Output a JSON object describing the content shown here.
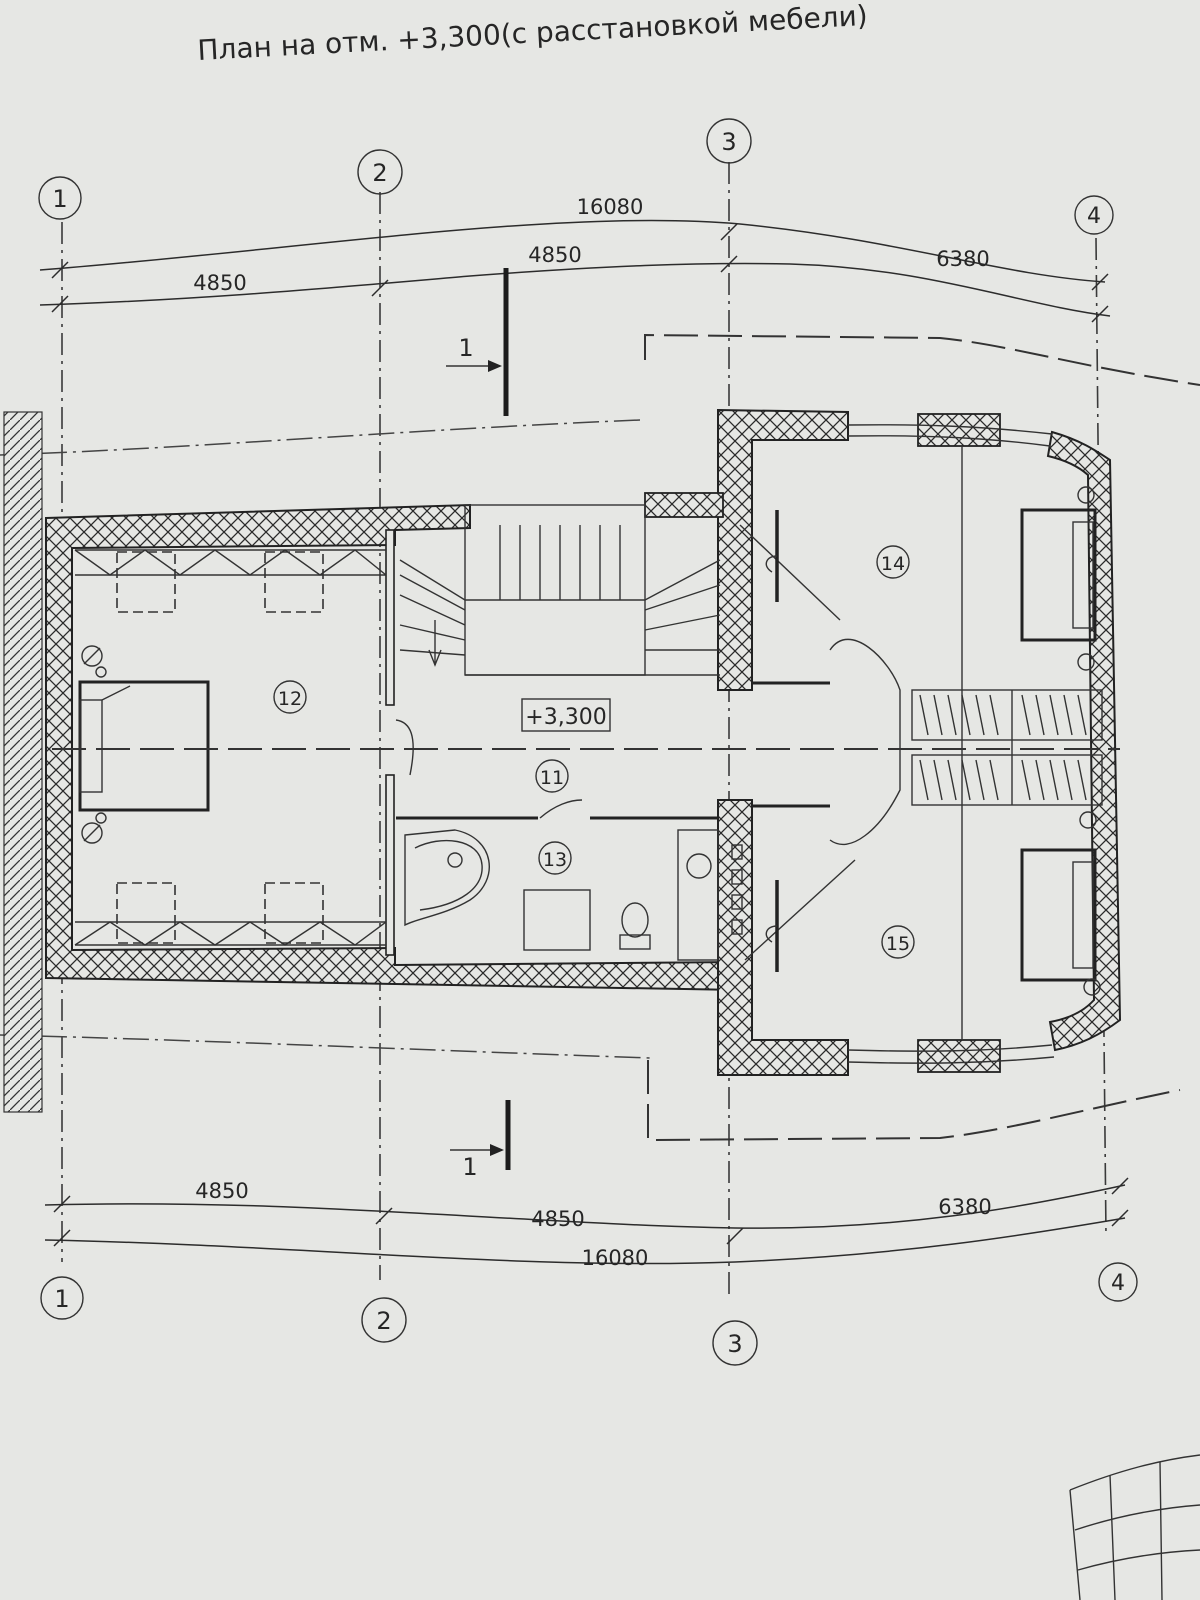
{
  "title": "План на отм. +3,300(с расстановкой мебели)",
  "axes": {
    "top": [
      "1",
      "2",
      "3",
      "4"
    ],
    "bottom": [
      "1",
      "2",
      "3",
      "4"
    ]
  },
  "dimensions": {
    "top_total": "16080",
    "top_segments": [
      "4850",
      "4850",
      "6380"
    ],
    "bottom_total": "16080",
    "bottom_segments": [
      "4850",
      "4850",
      "6380"
    ]
  },
  "section_marks": [
    "1",
    "1"
  ],
  "level_mark": "+3,300",
  "rooms": [
    "11",
    "12",
    "13",
    "14",
    "15"
  ],
  "colors": {
    "paper": "#e6e7e4",
    "ink": "#262626"
  }
}
